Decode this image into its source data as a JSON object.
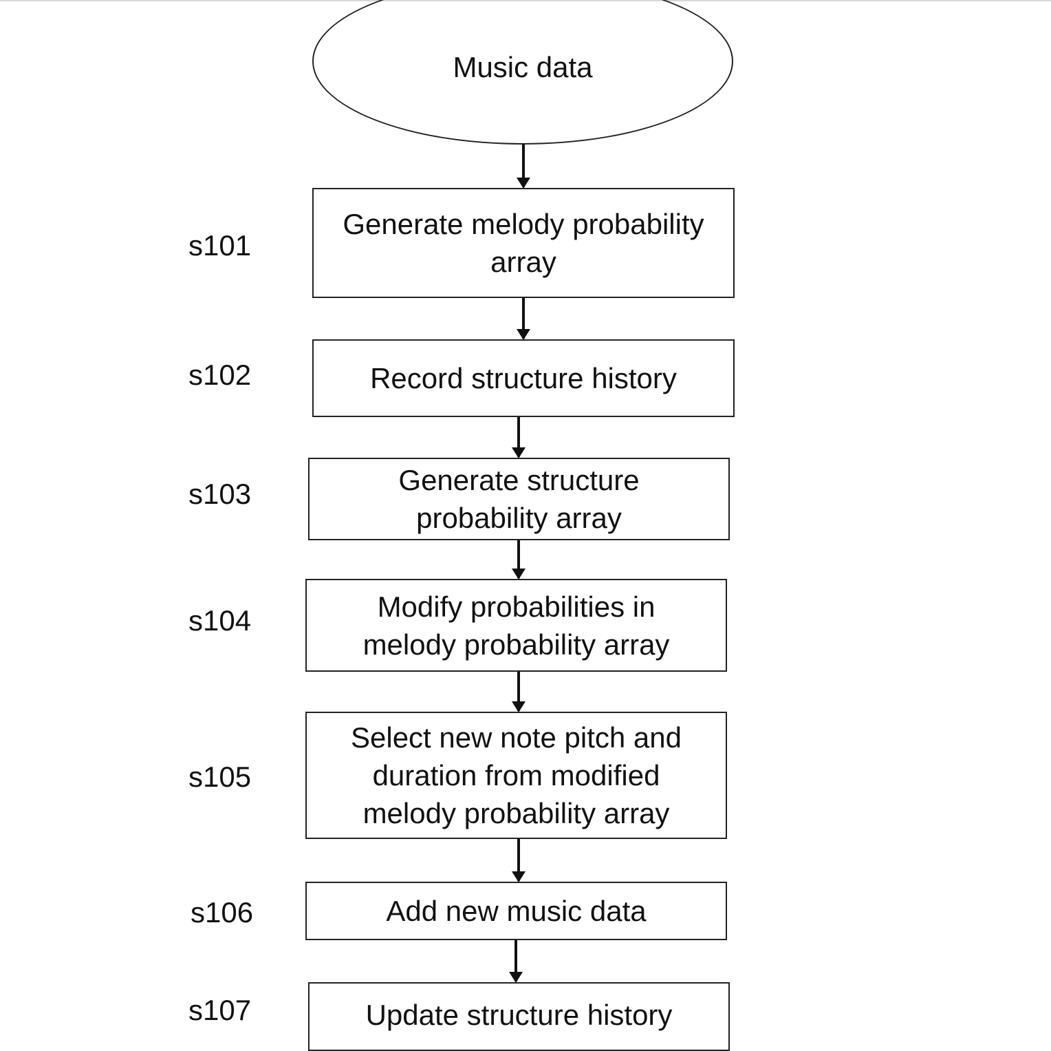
{
  "start_node": {
    "label": "Music data"
  },
  "steps": [
    {
      "id": "s101",
      "text": "Generate melody probability array"
    },
    {
      "id": "s102",
      "text": "Record structure history"
    },
    {
      "id": "s103",
      "text": "Generate structure probability array"
    },
    {
      "id": "s104",
      "text": "Modify probabilities in melody probability array"
    },
    {
      "id": "s105",
      "text": "Select new note pitch and duration from modified melody probability array"
    },
    {
      "id": "s106",
      "text": "Add new music data"
    },
    {
      "id": "s107",
      "text": "Update structure history"
    }
  ]
}
